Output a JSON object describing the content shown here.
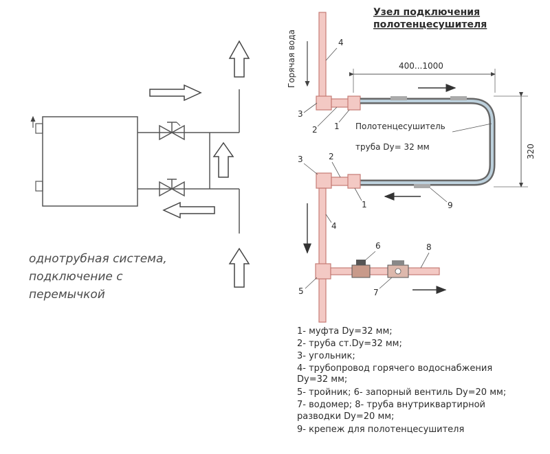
{
  "title": {
    "line1": "Узел подключения",
    "line2": "полотенцесушителя"
  },
  "labels": {
    "hot_water": "Горячая вода",
    "dimension_width": "400...1000",
    "dimension_height": "320",
    "towel_dryer": "Полотенцесушитель",
    "pipe_size": "труба Dy= 32 мм"
  },
  "callouts": {
    "n1_top": "1",
    "n2_top": "2",
    "n3_top": "3",
    "n4_top": "4",
    "n1_bot": "1",
    "n2_bot": "2",
    "n3_bot": "3",
    "n4_bot": "4",
    "n5": "5",
    "n6": "6",
    "n7": "7",
    "n8": "8",
    "n9": "9"
  },
  "caption": {
    "line1": "однотрубная система,",
    "line2": "подключение с",
    "line3": "перемычкой"
  },
  "legend": [
    "1- муфта Dy=32 мм;",
    "2- труба ст.Dy=32 мм;",
    "3- угольник;",
    "4- трубопровод горячего водоснабжения",
    "Dy=32 мм;",
    "5- тройник; 6- запорный вентиль Dy=20 мм;",
    "7- водомер; 8- труба внутриквартирной",
    "разводки Dy=20 мм;",
    "9- крепеж для полотенцесушителя"
  ]
}
